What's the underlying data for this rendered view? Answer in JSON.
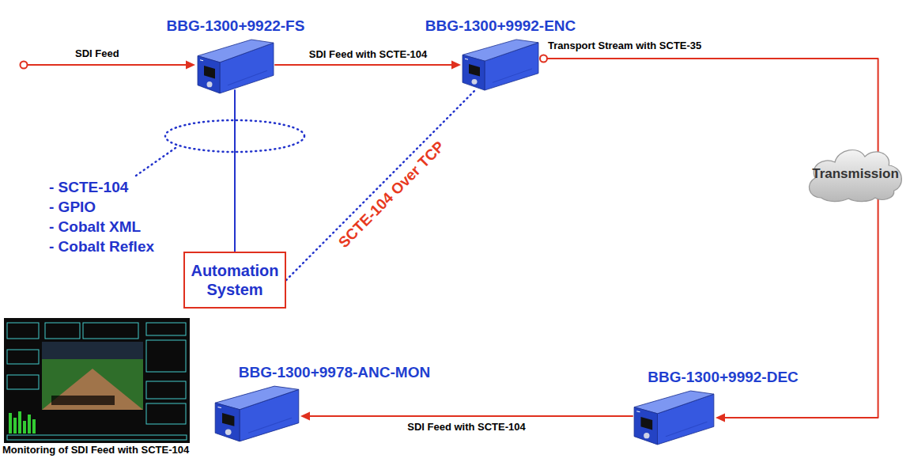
{
  "diagram": {
    "nodes": [
      {
        "text": [
          "BBG-1300+9922-FS"
        ]
      },
      {
        "text": [
          "BBG-1300+9992-ENC"
        ]
      },
      {
        "text": [
          "Automation System"
        ]
      },
      {
        "text": [
          "Transmission"
        ]
      },
      {
        "text": [
          "BBG-1300+9992-DEC"
        ]
      },
      {
        "text": [
          "BBG-1300+9978-ANC-MON"
        ]
      },
      {
        "text": [
          "Monitoring of SDI Feed with SCTE-104"
        ]
      }
    ],
    "edges": [
      {
        "from": 0,
        "to": 1,
        "label": "SDI Feed with SCTE-104",
        "arrow": "to"
      },
      {
        "from": 1,
        "to": 3,
        "label": "Transport Stream with SCTE-35",
        "arrow": "none"
      },
      {
        "from": 3,
        "to": 4,
        "arrow": "to"
      },
      {
        "from": 4,
        "to": 5,
        "label": "SDI Feed with SCTE-104",
        "arrow": "to"
      },
      {
        "from": 2,
        "to": 0,
        "arrow": "none"
      },
      {
        "from": 2,
        "to": 1,
        "label": "SCTE-104 Over TCP",
        "arrow": "none"
      }
    ],
    "labels": [
      "SDI Feed",
      "- SCTE-104",
      "- GPIO",
      "- Cobalt XML",
      "- Cobalt Reflex"
    ]
  }
}
